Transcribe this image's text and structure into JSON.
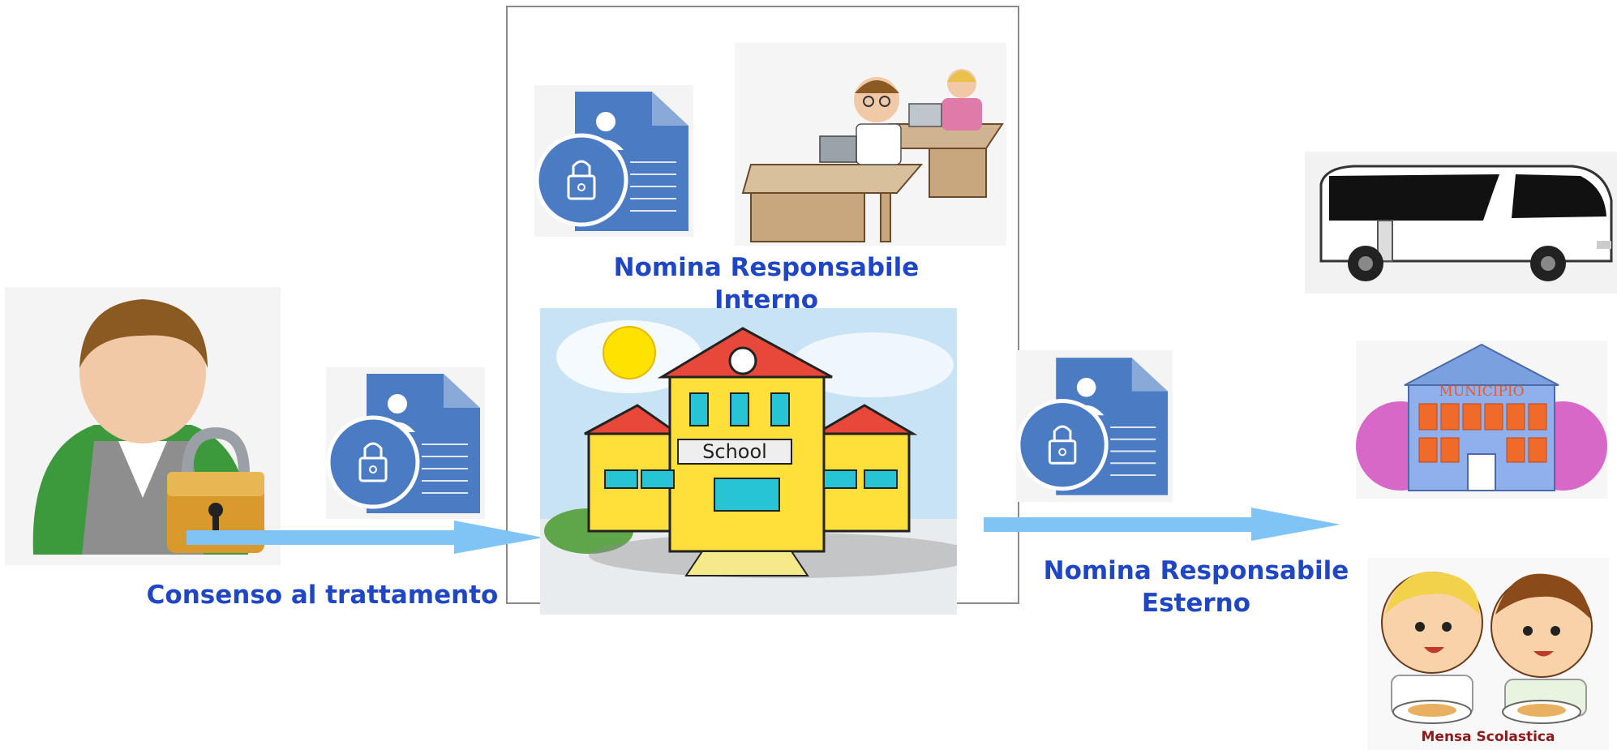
{
  "labels": {
    "consent": "Consenso al trattamento",
    "internal": "Nomina Responsabile Interno",
    "internal_line1": "Nomina Responsabile",
    "internal_line2": "Interno",
    "external_line1": "Nomina Responsabile",
    "external_line2": "Esterno"
  },
  "images": {
    "school_sign": "School",
    "municipio_sign": "MUNICIPIO",
    "canteen_caption": "Mensa Scolastica"
  },
  "icons": [
    "user-lock-icon",
    "protected-document-icon",
    "office-desk-icon",
    "school-building-icon",
    "bus-icon",
    "municipio-building-icon",
    "canteen-children-icon",
    "arrow-right-icon"
  ],
  "colors": {
    "label_blue": "#1f46c4",
    "arrow_blue": "#80c4f6",
    "doc_blue": "#4a7bc3"
  }
}
